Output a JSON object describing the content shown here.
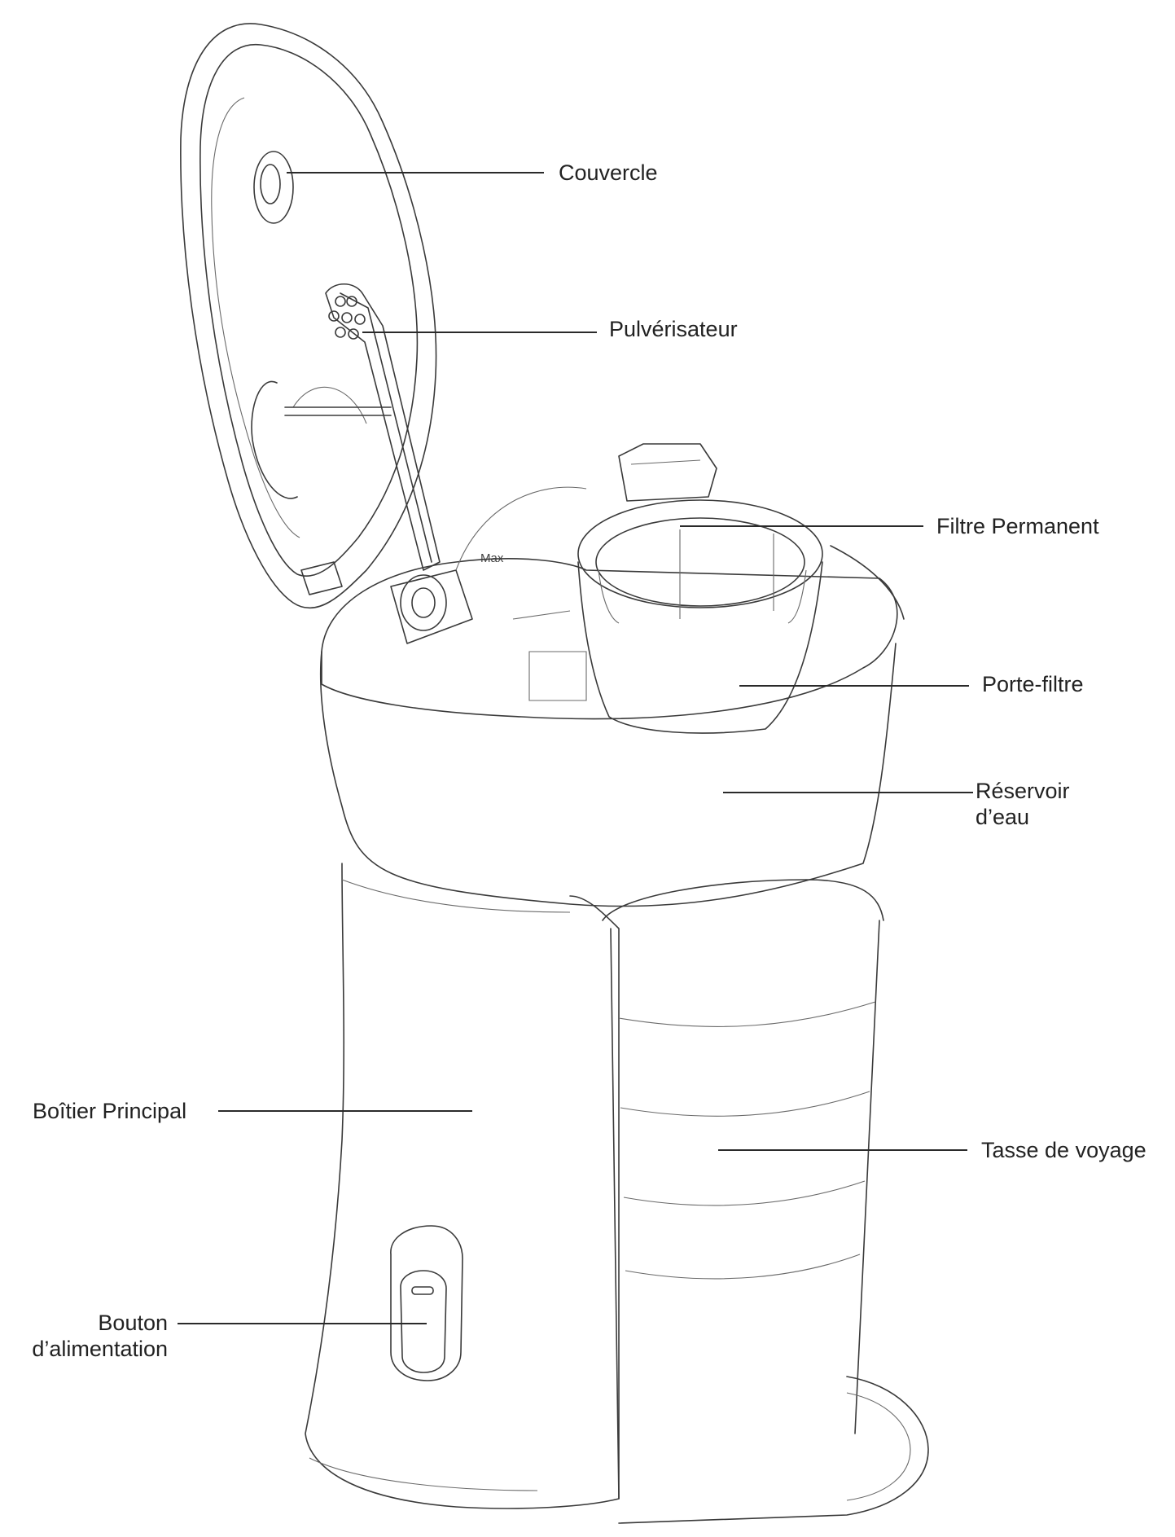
{
  "labels": {
    "couvercle": "Couvercle",
    "pulverisateur": "Pulvérisateur",
    "filtre_permanent": "Filtre Permanent",
    "porte_filtre": "Porte-filtre",
    "reservoir_line1": "Réservoir",
    "reservoir_line2": "d’eau",
    "boitier_principal": "Boîtier Principal",
    "tasse_de_voyage": "Tasse de voyage",
    "bouton_line1": "Bouton",
    "bouton_line2": "d’alimentation"
  },
  "engraving": {
    "max_mark": "Max"
  },
  "colors": {
    "line": "#3a3a3a",
    "text": "#222222",
    "background": "#ffffff"
  }
}
